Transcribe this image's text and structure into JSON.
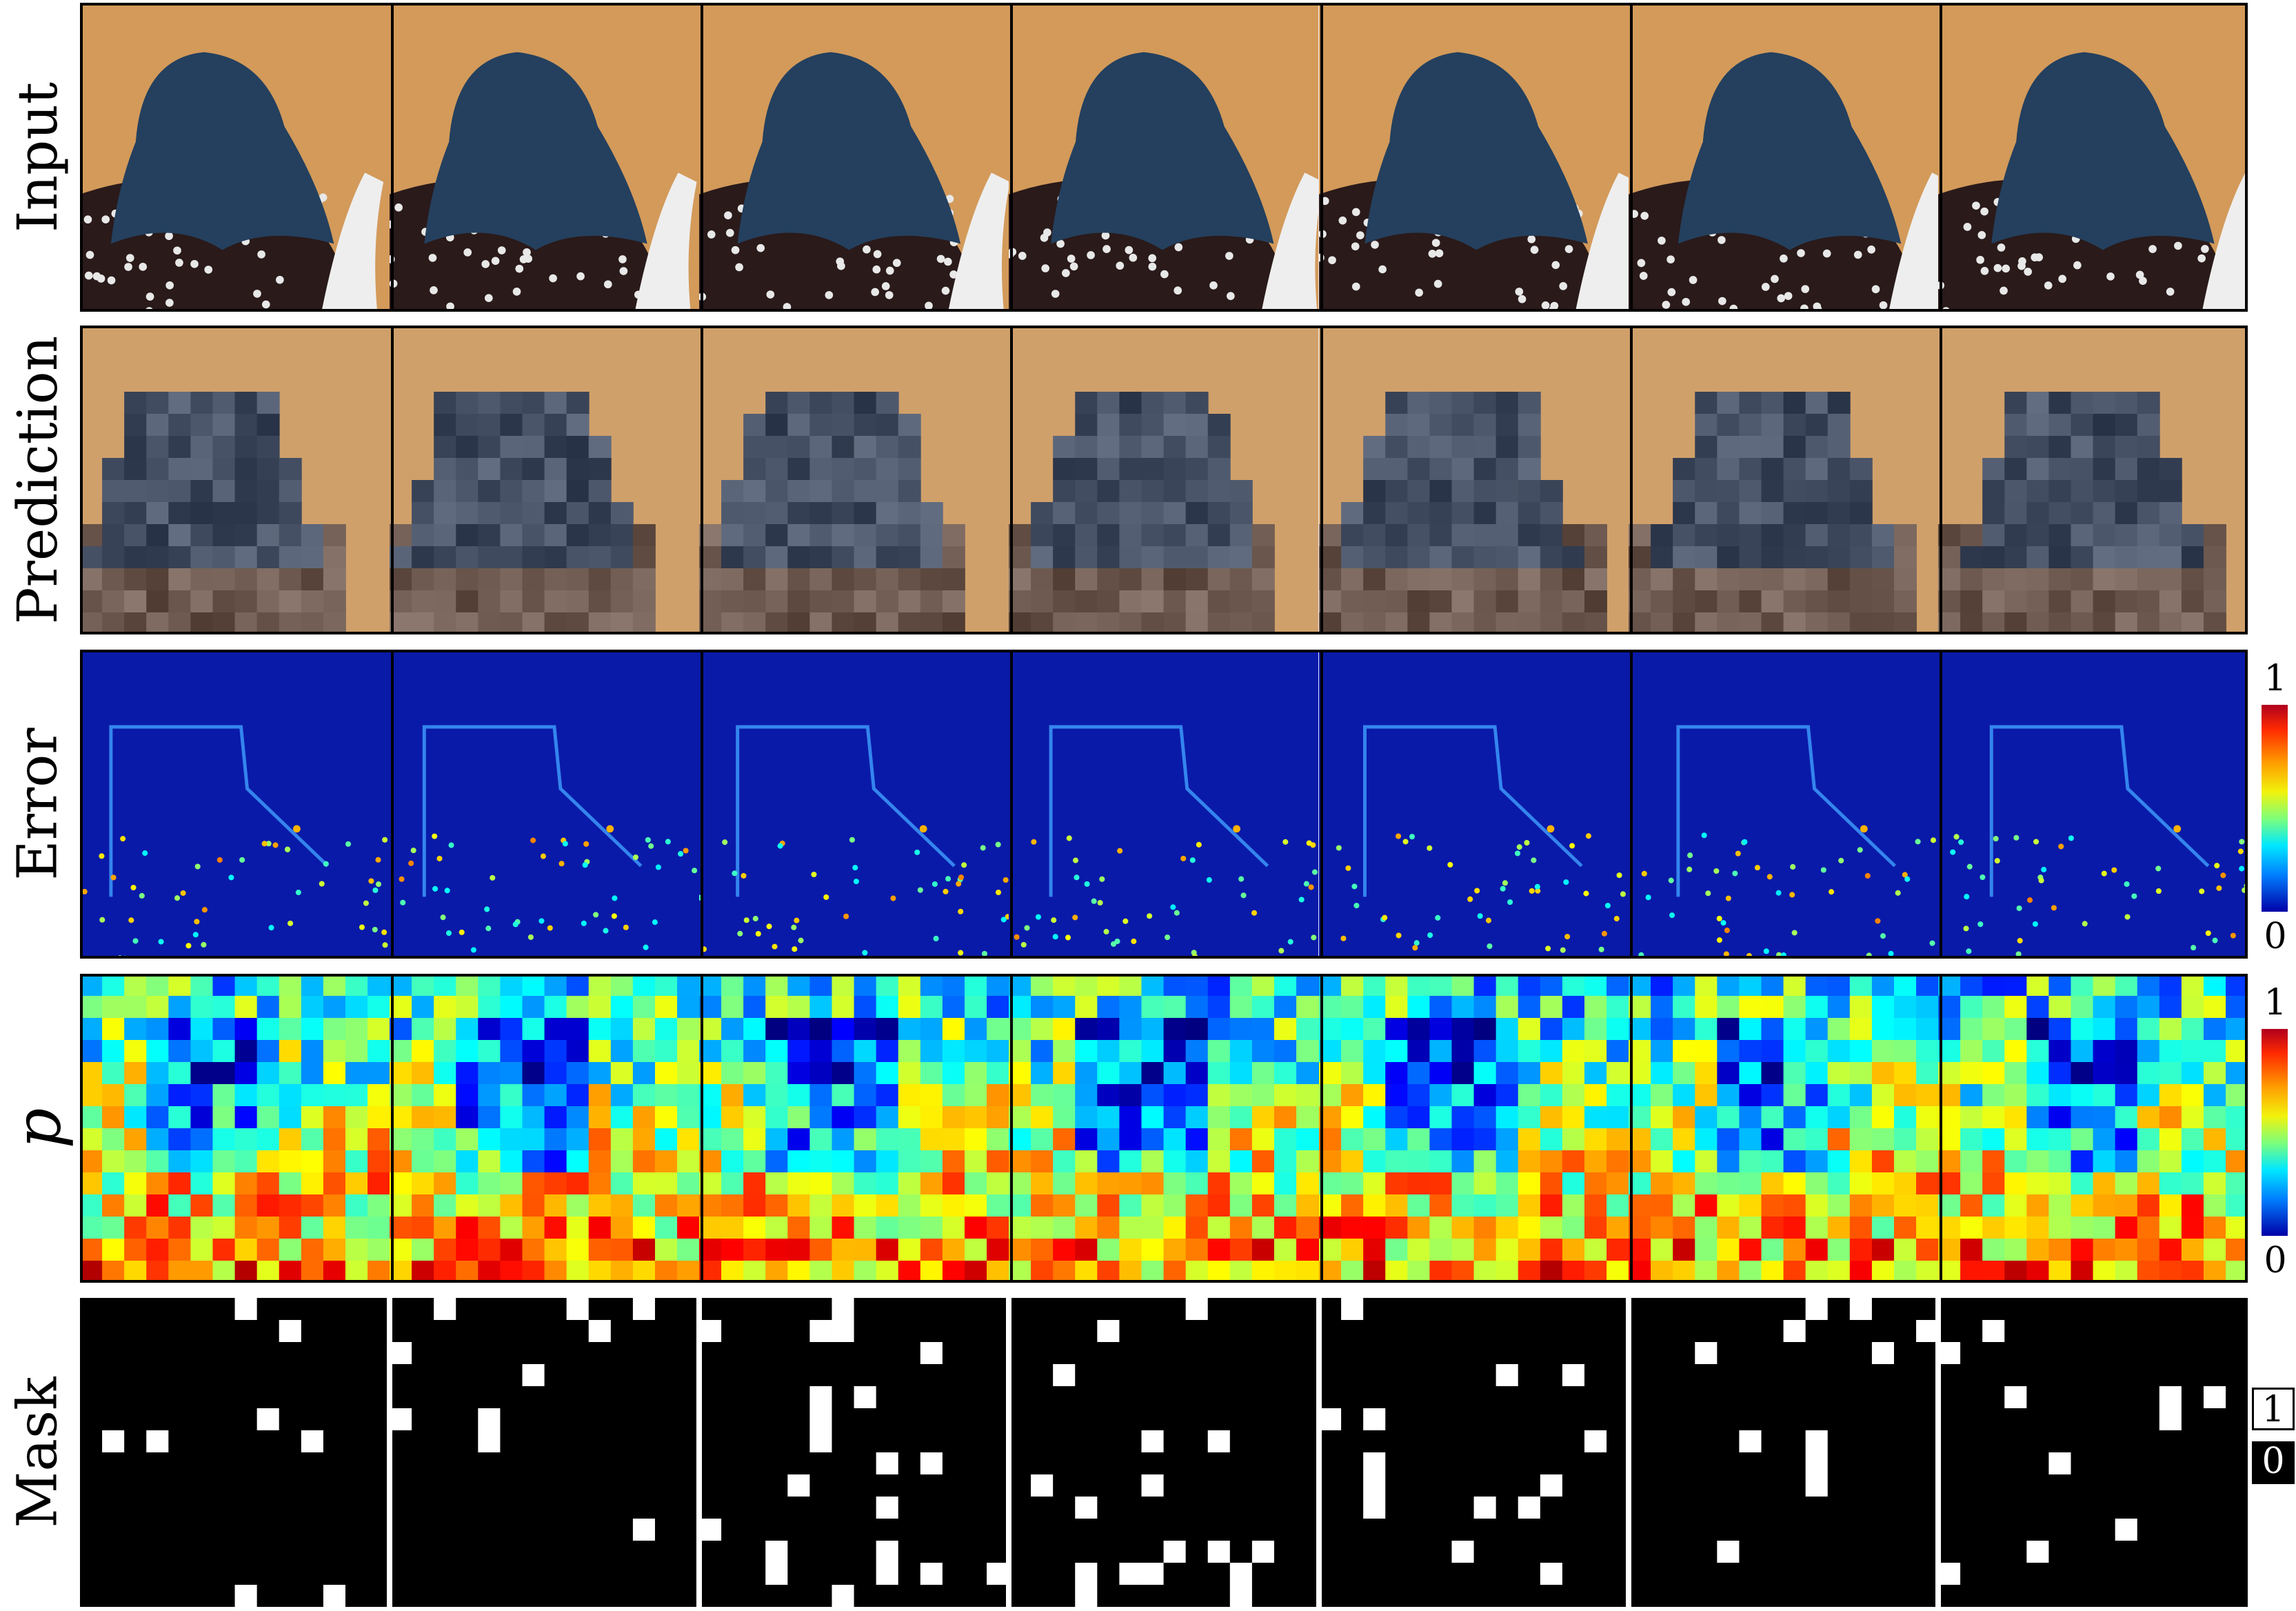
{
  "rows": {
    "input": "Input",
    "prediction": "Prediction",
    "error": "Error",
    "p": "p",
    "mask": "Mask"
  },
  "colorbars": {
    "error": {
      "max": "1",
      "min": "0"
    },
    "p": {
      "max": "1",
      "min": "0"
    }
  },
  "mask_legend": {
    "one": "1",
    "zero": "0"
  },
  "colors": {
    "input_background": "#d39a5a",
    "hair": "#24405e",
    "error_background": "#0a1aa8",
    "mask_on": "#ffffff",
    "mask_off": "#000000"
  },
  "frames": 7
}
